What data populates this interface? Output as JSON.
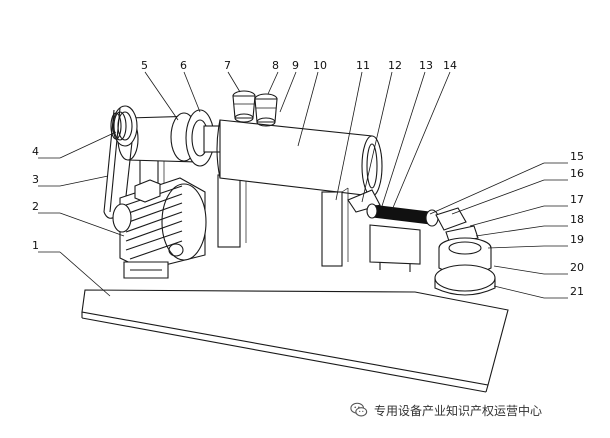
{
  "figure": {
    "labels": [
      "1",
      "2",
      "3",
      "4",
      "5",
      "6",
      "7",
      "8",
      "9",
      "10",
      "11",
      "12",
      "13",
      "14",
      "15",
      "16",
      "17",
      "18",
      "19",
      "20",
      "21"
    ]
  },
  "watermark": {
    "text": "专用设备产业知识产权运营中心",
    "icon": "wechat-icon"
  }
}
